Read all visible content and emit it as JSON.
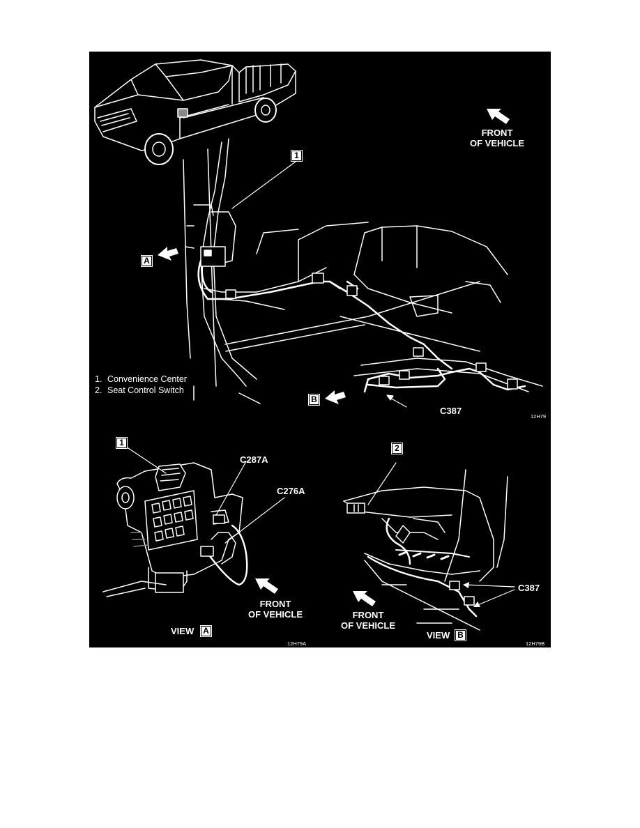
{
  "legend": [
    {
      "num": "1.",
      "text": "Convenience Center"
    },
    {
      "num": "2.",
      "text": "Seat Control Switch"
    }
  ],
  "callouts": {
    "one": "1",
    "two": "2",
    "a": "A",
    "b": "B"
  },
  "front_of_vehicle": {
    "line1": "FRONT",
    "line2": "OF VEHICLE"
  },
  "connectors": {
    "c387": "C387",
    "c287a": "C287A",
    "c276a": "C276A"
  },
  "views": {
    "view_word": "VIEW",
    "a": "A",
    "b": "B"
  },
  "figure_codes": {
    "main": "12H79",
    "view_a": "12H79A",
    "view_b": "12H79B"
  }
}
